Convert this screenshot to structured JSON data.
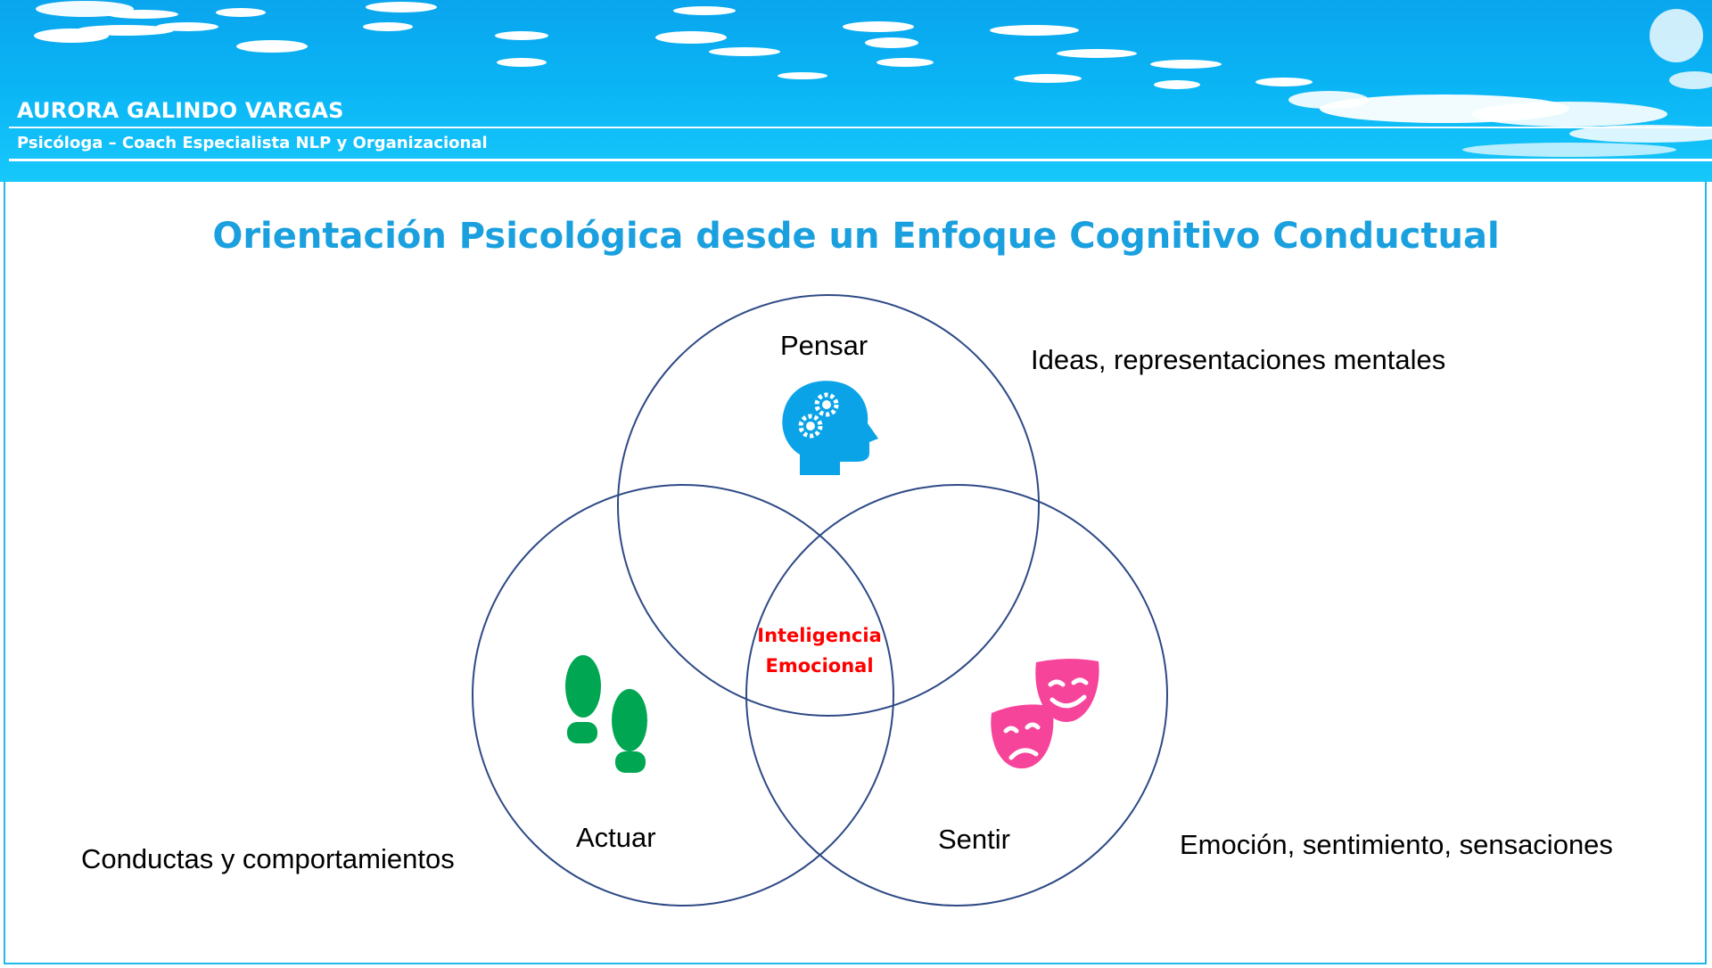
{
  "header": {
    "author_name": "AURORA GALINDO VARGAS",
    "author_role": "Psicóloga – Coach Especialista NLP y Organizacional"
  },
  "slide": {
    "title": "Orientación Psicológica desde un Enfoque Cognitivo Conductual"
  },
  "diagram": {
    "circles": [
      {
        "label": "Pensar",
        "icon": "head-gears-icon",
        "description": "Ideas, representaciones mentales"
      },
      {
        "label": "Actuar",
        "icon": "footprints-icon",
        "description": "Conductas y comportamientos"
      },
      {
        "label": "Sentir",
        "icon": "theater-masks-icon",
        "description": "Emoción, sentimiento, sensaciones"
      }
    ],
    "center": {
      "line1": "Inteligencia",
      "line2": "Emocional"
    }
  },
  "colors": {
    "header_blue": "#0ab4f4",
    "title_blue": "#1aa0de",
    "circle_stroke": "#2e4a86",
    "think_icon": "#0aa3e8",
    "act_icon": "#00a651",
    "feel_icon": "#f7449b",
    "center_text": "#ff0000"
  }
}
